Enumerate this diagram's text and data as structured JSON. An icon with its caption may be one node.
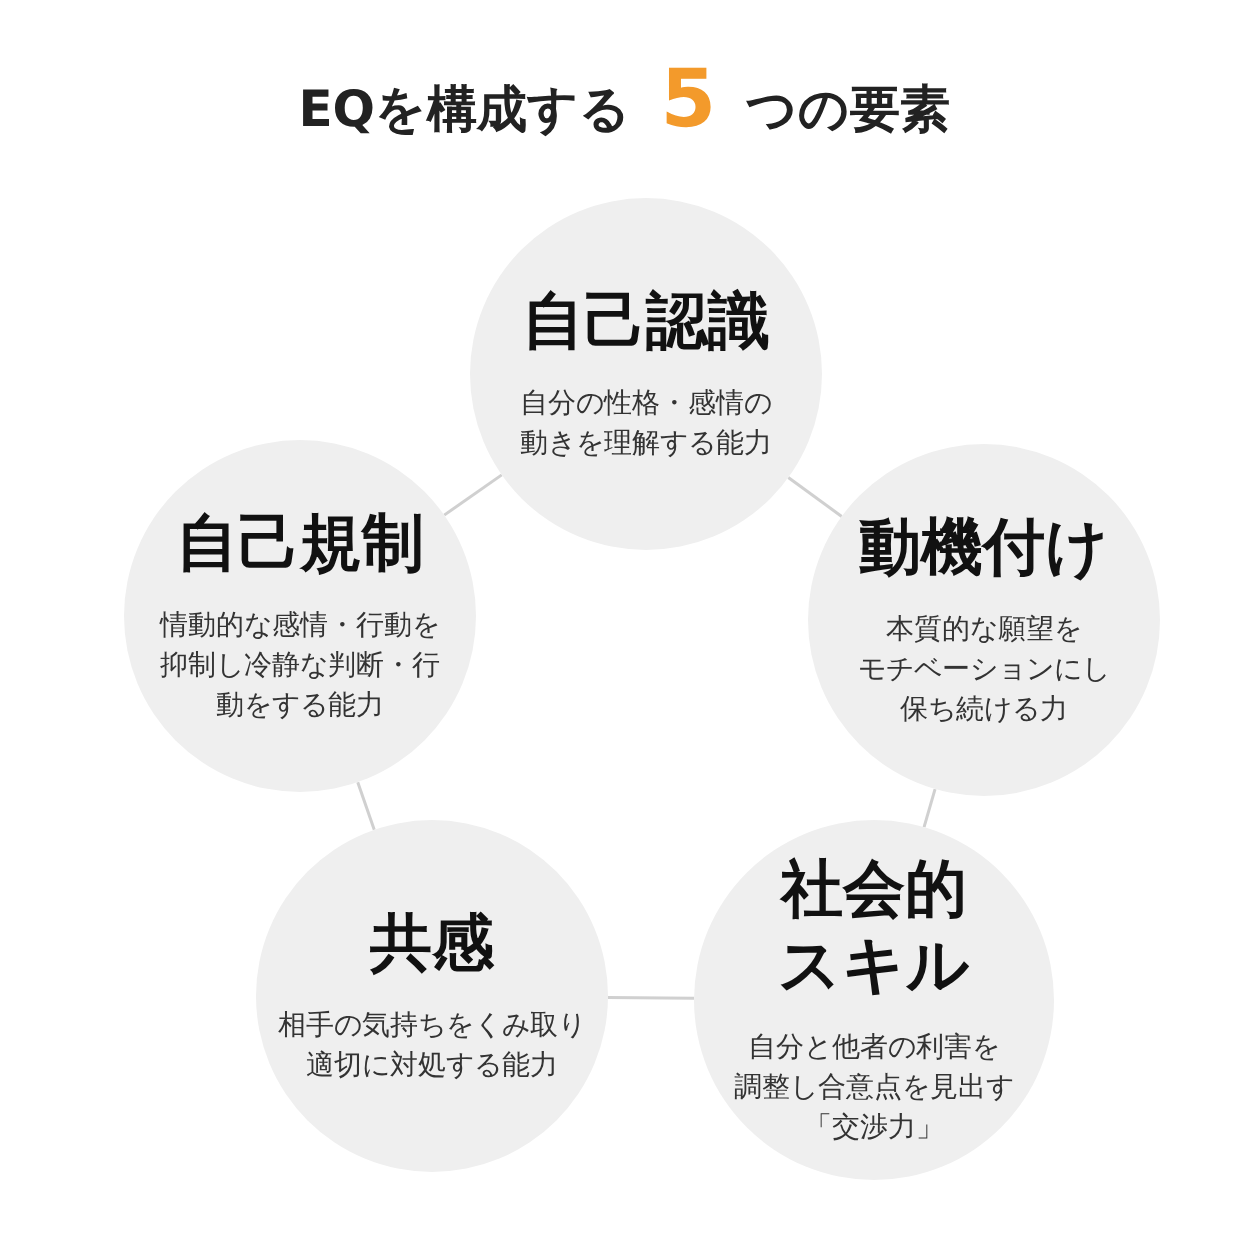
{
  "diagram": {
    "title": "EQを構成する **5** つの要素",
    "nodes": [
      {
        "text": [
          "自己認識",
          "自分の性格・感情の動きを理解する能力"
        ]
      },
      {
        "text": [
          "動機付け",
          "本質的な願望をモチベーションにし保ち続ける力"
        ]
      },
      {
        "text": [
          "社会的スキル",
          "自分と他者の利害を調整し合意点を見出す「交渉力」"
        ]
      },
      {
        "text": [
          "共感",
          "相手の気持ちをくみ取り適切に対処する能力"
        ]
      },
      {
        "text": [
          "自己規制",
          "情動的な感情・行動を抑制し冷静な判断・行動をする能力"
        ]
      }
    ],
    "edges": [
      {
        "from": 0,
        "to": 1,
        "arrow": "none"
      },
      {
        "from": 1,
        "to": 2,
        "arrow": "none"
      },
      {
        "from": 2,
        "to": 3,
        "arrow": "none"
      },
      {
        "from": 3,
        "to": 4,
        "arrow": "none"
      },
      {
        "from": 4,
        "to": 0,
        "arrow": "none"
      }
    ]
  }
}
